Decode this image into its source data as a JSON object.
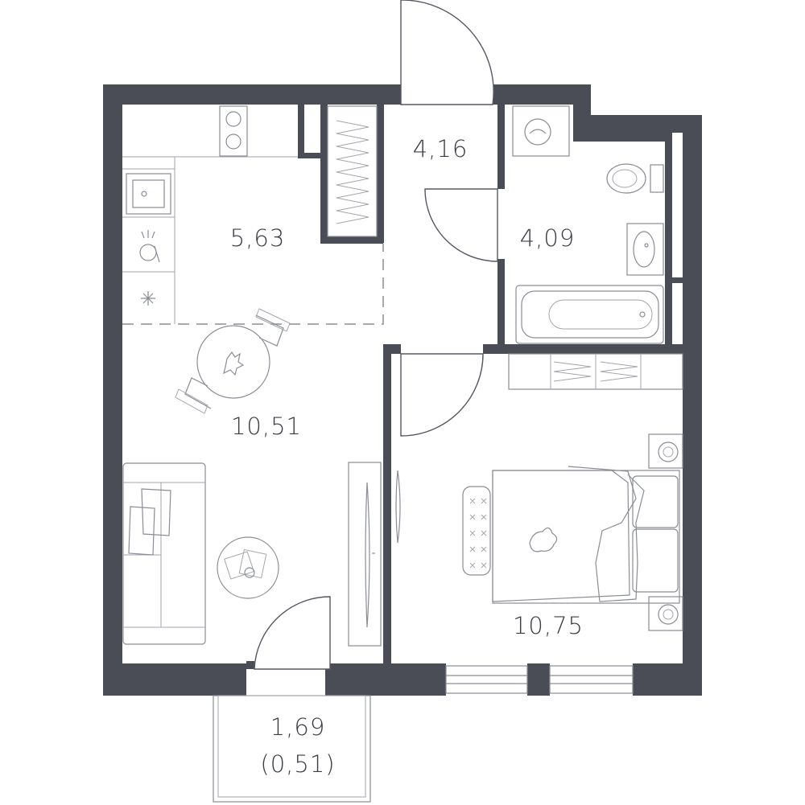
{
  "rooms": {
    "hall": {
      "area": "4,16"
    },
    "kitchen": {
      "area": "5,63"
    },
    "bathroom": {
      "area": "4,09"
    },
    "living": {
      "area": "10,51"
    },
    "bedroom": {
      "area": "10,75"
    },
    "balcony": {
      "area": "1,69",
      "reduced_area": "(0,51)"
    }
  },
  "colors": {
    "wall": "#4a4d55",
    "background": "#ffffff"
  },
  "icons": [
    "stove-icon",
    "sink-icon",
    "dishwasher-icon",
    "fridge-icon",
    "washing-machine-icon",
    "toilet-icon",
    "washbasin-icon",
    "bathtub-icon",
    "dining-table-icon",
    "chair-icon",
    "sofa-icon",
    "coffee-table-icon",
    "tv-icon",
    "wardrobe-icon",
    "bed-icon",
    "nightstand-icon",
    "rug-icon",
    "window-icon",
    "door-icon"
  ]
}
